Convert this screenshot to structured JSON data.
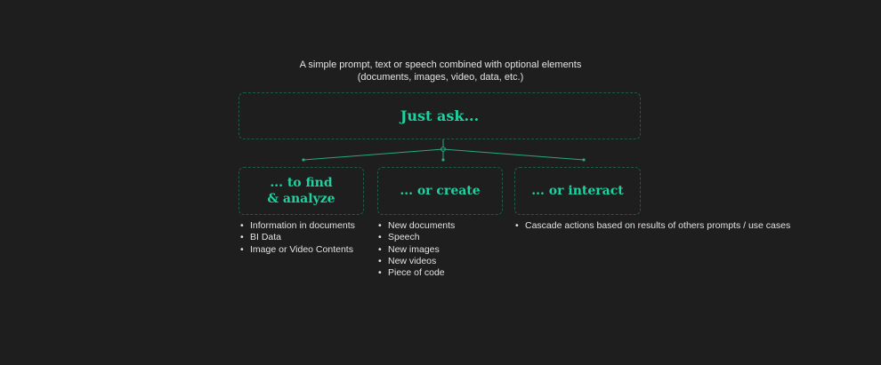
{
  "caption": {
    "line1": "A simple prompt, text or speech combined with optional elements",
    "line2": "(documents, images, video, data, etc.)"
  },
  "main_box": {
    "label": "Just ask..."
  },
  "branches": [
    {
      "line1": "... to find",
      "line2": "& analyze",
      "items": [
        "Information in documents",
        "BI Data",
        "Image or Video Contents"
      ]
    },
    {
      "label": "... or create",
      "items": [
        "New documents",
        "Speech",
        "New images",
        "New videos",
        "Piece of code"
      ]
    },
    {
      "label": "... or interact",
      "items": [
        "Cascade actions based on results of others prompts / use cases"
      ]
    }
  ],
  "colors": {
    "background": "#1e1e1e",
    "accent": "#1ed2a0",
    "box_border": "#1f5c48",
    "connector": "#2aa883"
  }
}
